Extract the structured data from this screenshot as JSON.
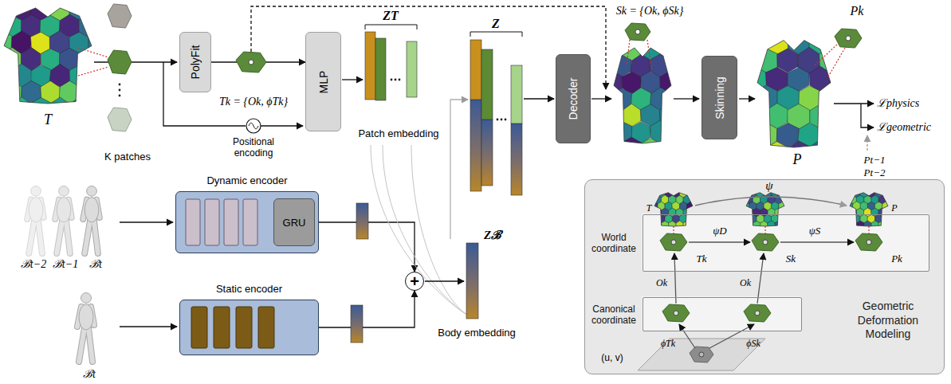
{
  "diagram": {
    "nodes": [
      {
        "text": [
          "PolyFit"
        ]
      },
      {
        "text": [
          "MLP"
        ]
      },
      {
        "text": [
          "Decoder"
        ]
      },
      {
        "text": [
          "Skinning"
        ]
      },
      {
        "text": [
          "Dynamic encoder"
        ]
      },
      {
        "text": [
          "GRU"
        ],
        "in": 4
      },
      {
        "text": [
          "Static encoder"
        ]
      },
      {
        "text": [
          "+"
        ]
      },
      {
        "text": [
          "Geometric Deformation Modeling"
        ]
      },
      {
        "text": [
          "World coordinate"
        ],
        "in": 8
      },
      {
        "text": [
          "Canonical coordinate"
        ],
        "in": 8
      }
    ],
    "edges": [
      {
        "from": 0,
        "to": 1,
        "arrow": "to"
      },
      {
        "from": 4,
        "to": 7,
        "arrow": "to"
      },
      {
        "from": 6,
        "to": 7,
        "arrow": "to"
      }
    ],
    "labels": [
      "T",
      "K patches",
      "Tk = {Ok, ϕTk}",
      "Positional encoding",
      "ZT",
      "Patch embedding",
      "Z",
      "Zℬ",
      "Body embedding",
      "Sk = {Ok, ϕSk}",
      "Pk",
      "P",
      "ℒphysics",
      "ℒgeometric",
      "Pt−1",
      "Pt−2",
      "ℬt−2",
      "ℬt−1",
      "ℬt",
      "ℬt",
      "ψ",
      "T",
      "ψD",
      "ψS",
      "P",
      "Tk",
      "Sk",
      "Pk",
      "Ok",
      "Ok",
      "ϕTk",
      "ϕSk",
      "(u, v)"
    ]
  }
}
